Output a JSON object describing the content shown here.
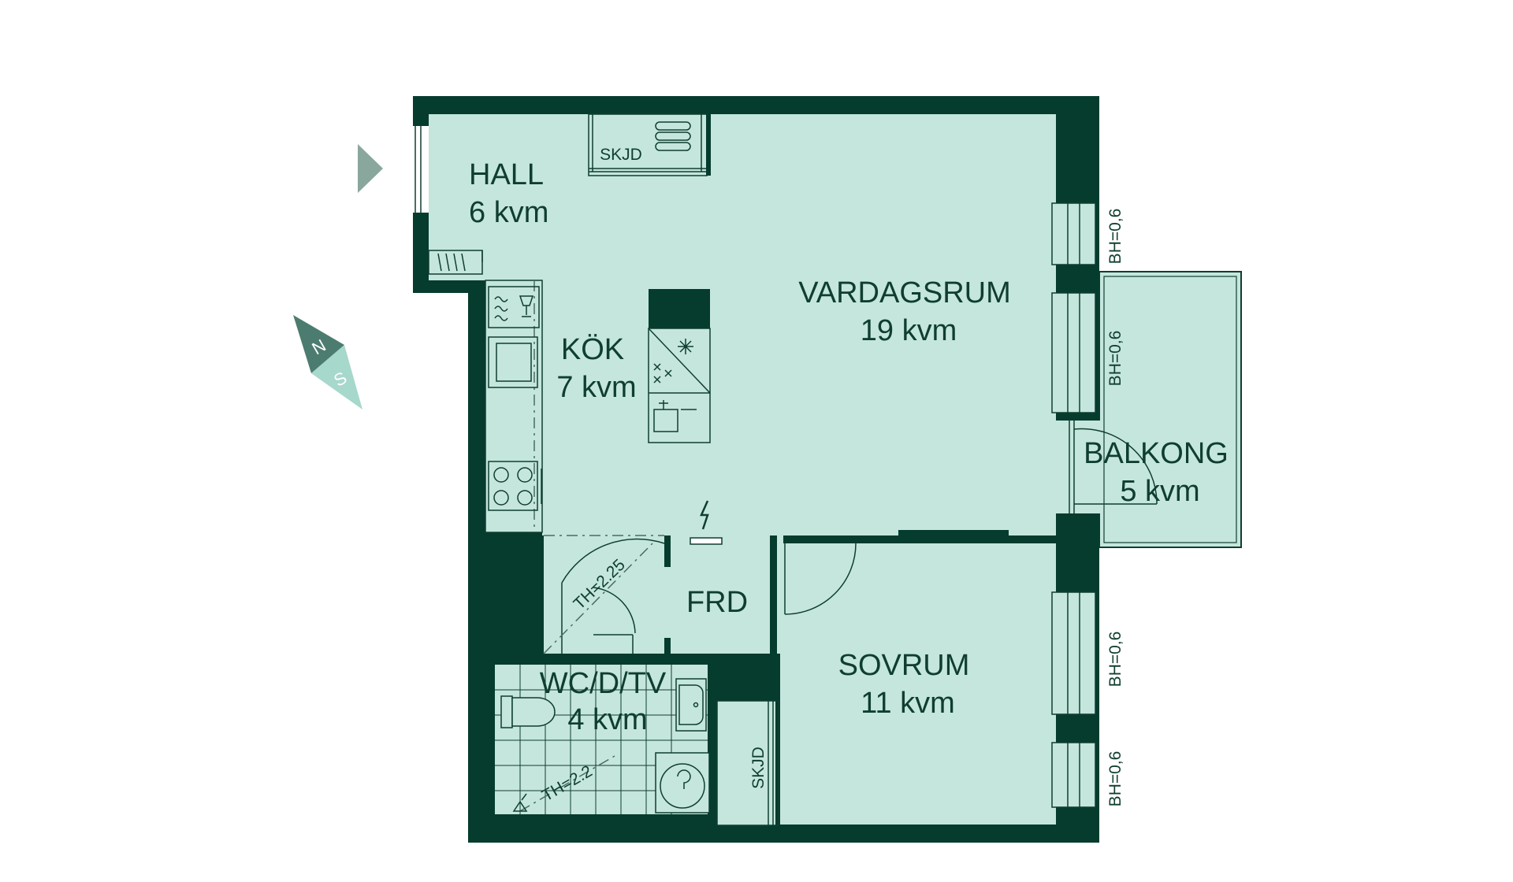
{
  "colors": {
    "wall": "#053c2d",
    "floor": "#c5e6dd",
    "line": "#0f3e30",
    "arrow": "#8aa79e",
    "compass_n": "#4c7c6f",
    "compass_s": "#a6d8cb"
  },
  "rooms": {
    "hall": {
      "name": "HALL",
      "area": "6 kvm"
    },
    "kok": {
      "name": "KÖK",
      "area": "7 kvm"
    },
    "vardagsrum": {
      "name": "VARDAGSRUM",
      "area": "19 kvm"
    },
    "balkong": {
      "name": "BALKONG",
      "area": "5 kvm"
    },
    "sovrum": {
      "name": "SOVRUM",
      "area": "11 kvm"
    },
    "wc": {
      "name": "WC/D/TV",
      "area": "4 kvm"
    },
    "frd": {
      "name": "FRD"
    }
  },
  "labels": {
    "skjd_top": "SKJD",
    "skjd_bottom": "SKJD",
    "th_225": "TH=2.25",
    "th_22": "TH=2.2",
    "bh_1": "BH=0,6",
    "bh_2": "BH=0,6",
    "bh_3": "BH=0,6",
    "bh_4": "BH=0,6"
  },
  "compass": {
    "north": "N",
    "south": "S"
  },
  "icons": [
    "entrance-arrow-icon",
    "compass-icon",
    "dishwasher-icon",
    "stove-icon",
    "sink-icon",
    "toilet-icon",
    "washbasin-icon",
    "washing-machine-icon",
    "floor-drain-icon",
    "electrical-panel-icon",
    "radiator-icon"
  ]
}
